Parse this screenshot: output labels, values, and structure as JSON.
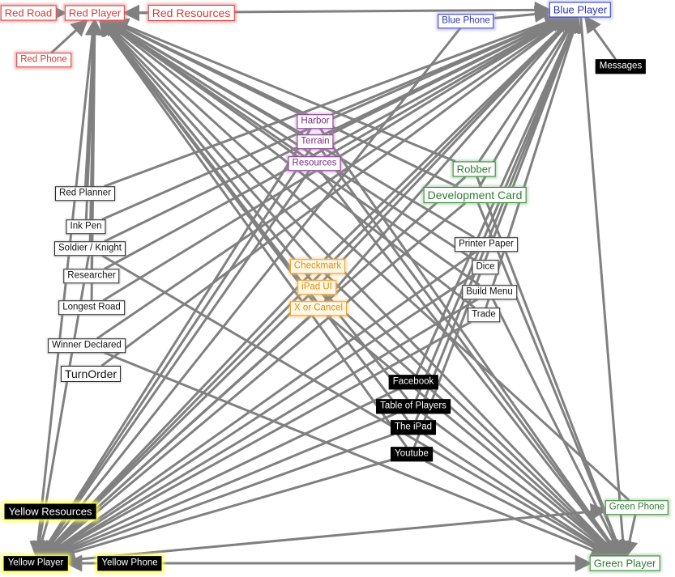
{
  "diagram": {
    "colors": {
      "edge": "#808080",
      "red": "#d23b3b",
      "blue": "#2f35b5",
      "purple": "#7a2d85",
      "orange": "#d5931b",
      "green": "#2e7d32",
      "black": "#000000",
      "yellow_glow": "#ffff50"
    },
    "nodes": [
      {
        "id": "red_road",
        "label": "Red Road",
        "style": "red"
      },
      {
        "id": "red_player",
        "label": "Red Player",
        "style": "red"
      },
      {
        "id": "red_resources",
        "label": "Red Resources",
        "style": "red"
      },
      {
        "id": "red_phone",
        "label": "Red Phone",
        "style": "red"
      },
      {
        "id": "blue_phone",
        "label": "Blue Phone",
        "style": "blue"
      },
      {
        "id": "blue_player",
        "label": "Blue Player",
        "style": "blue"
      },
      {
        "id": "messages",
        "label": "Messages",
        "style": "black"
      },
      {
        "id": "harbor",
        "label": "Harbor",
        "style": "purple"
      },
      {
        "id": "terrain",
        "label": "Terrain",
        "style": "purple"
      },
      {
        "id": "resources",
        "label": "Resources",
        "style": "purple"
      },
      {
        "id": "robber",
        "label": "Robber",
        "style": "green"
      },
      {
        "id": "dev_card",
        "label": "Development Card",
        "style": "green"
      },
      {
        "id": "red_planner",
        "label": "Red Planner",
        "style": "white"
      },
      {
        "id": "ink_pen",
        "label": "Ink Pen",
        "style": "white"
      },
      {
        "id": "soldier",
        "label": "Soldier / Knight",
        "style": "white"
      },
      {
        "id": "researcher",
        "label": "Researcher",
        "style": "white"
      },
      {
        "id": "longest_road",
        "label": "Longest Road",
        "style": "white"
      },
      {
        "id": "winner",
        "label": "Winner Declared",
        "style": "white"
      },
      {
        "id": "turn_order",
        "label": "TurnOrder",
        "style": "white"
      },
      {
        "id": "printer_paper",
        "label": "Printer Paper",
        "style": "white"
      },
      {
        "id": "dice",
        "label": "Dice",
        "style": "white"
      },
      {
        "id": "build_menu",
        "label": "Build Menu",
        "style": "white"
      },
      {
        "id": "trade",
        "label": "Trade",
        "style": "white"
      },
      {
        "id": "checkmark",
        "label": "Checkmark",
        "style": "orange"
      },
      {
        "id": "ipad_ui",
        "label": "iPad UI",
        "style": "orange"
      },
      {
        "id": "x_cancel",
        "label": "X or Cancel",
        "style": "orange"
      },
      {
        "id": "facebook",
        "label": "Facebook",
        "style": "black"
      },
      {
        "id": "table_players",
        "label": "Table of Players",
        "style": "black"
      },
      {
        "id": "the_ipad",
        "label": "The iPad",
        "style": "black"
      },
      {
        "id": "youtube",
        "label": "Youtube",
        "style": "black"
      },
      {
        "id": "yellow_resources",
        "label": "Yellow Resources",
        "style": "yellow"
      },
      {
        "id": "green_phone",
        "label": "Green Phone",
        "style": "green"
      },
      {
        "id": "yellow_player",
        "label": "Yellow Player",
        "style": "yellow"
      },
      {
        "id": "yellow_phone",
        "label": "Yellow Phone",
        "style": "yellow"
      },
      {
        "id": "green_player",
        "label": "Green Player",
        "style": "green"
      }
    ],
    "edges": [
      [
        "red_road",
        "red_player"
      ],
      [
        "red_resources",
        "red_player"
      ],
      [
        "red_phone",
        "red_player"
      ],
      [
        "blue_phone",
        "blue_player"
      ],
      [
        "messages",
        "blue_player"
      ],
      [
        "yellow_resources",
        "yellow_player"
      ],
      [
        "yellow_phone",
        "yellow_player"
      ],
      [
        "green_phone",
        "green_player"
      ],
      [
        "red_player",
        "yellow_player"
      ],
      [
        "red_player",
        "green_player"
      ],
      [
        "red_player",
        "blue_player"
      ],
      [
        "blue_player",
        "yellow_player"
      ],
      [
        "blue_player",
        "green_player"
      ],
      [
        "yellow_player",
        "green_player"
      ],
      [
        "blue_phone",
        "yellow_player"
      ],
      [
        "yellow_player",
        "green_phone"
      ],
      [
        "green_phone",
        "red_player"
      ],
      [
        "harbor",
        "yellow_player"
      ],
      [
        "harbor",
        "blue_player"
      ],
      [
        "harbor",
        "green_player"
      ],
      [
        "harbor",
        "red_player"
      ],
      [
        "terrain",
        "yellow_player"
      ],
      [
        "terrain",
        "blue_player"
      ],
      [
        "terrain",
        "green_player"
      ],
      [
        "terrain",
        "red_player"
      ],
      [
        "resources",
        "yellow_player"
      ],
      [
        "resources",
        "blue_player"
      ],
      [
        "resources",
        "green_player"
      ],
      [
        "resources",
        "red_player"
      ],
      [
        "robber",
        "yellow_player"
      ],
      [
        "robber",
        "blue_player"
      ],
      [
        "robber",
        "green_player"
      ],
      [
        "robber",
        "red_player"
      ],
      [
        "dev_card",
        "yellow_player"
      ],
      [
        "dev_card",
        "blue_player"
      ],
      [
        "dev_card",
        "green_player"
      ],
      [
        "dev_card",
        "red_player"
      ],
      [
        "red_planner",
        "red_player"
      ],
      [
        "red_planner",
        "blue_player"
      ],
      [
        "ink_pen",
        "red_player"
      ],
      [
        "ink_pen",
        "blue_player"
      ],
      [
        "soldier",
        "yellow_player"
      ],
      [
        "soldier",
        "blue_player"
      ],
      [
        "soldier",
        "green_player"
      ],
      [
        "soldier",
        "red_player"
      ],
      [
        "researcher",
        "blue_player"
      ],
      [
        "researcher",
        "red_player"
      ],
      [
        "longest_road",
        "blue_player"
      ],
      [
        "longest_road",
        "red_player"
      ],
      [
        "winner",
        "blue_player"
      ],
      [
        "winner",
        "green_player"
      ],
      [
        "turn_order",
        "blue_player"
      ],
      [
        "printer_paper",
        "yellow_player"
      ],
      [
        "printer_paper",
        "red_player"
      ],
      [
        "dice",
        "yellow_player"
      ],
      [
        "dice",
        "red_player"
      ],
      [
        "build_menu",
        "yellow_player"
      ],
      [
        "build_menu",
        "red_player"
      ],
      [
        "build_menu",
        "green_player"
      ],
      [
        "trade",
        "yellow_player"
      ],
      [
        "trade",
        "red_player"
      ],
      [
        "trade",
        "blue_player"
      ],
      [
        "checkmark",
        "yellow_player"
      ],
      [
        "checkmark",
        "blue_player"
      ],
      [
        "checkmark",
        "green_player"
      ],
      [
        "checkmark",
        "red_player"
      ],
      [
        "ipad_ui",
        "yellow_player"
      ],
      [
        "ipad_ui",
        "blue_player"
      ],
      [
        "ipad_ui",
        "green_player"
      ],
      [
        "ipad_ui",
        "red_player"
      ],
      [
        "x_cancel",
        "yellow_player"
      ],
      [
        "x_cancel",
        "blue_player"
      ],
      [
        "x_cancel",
        "green_player"
      ],
      [
        "x_cancel",
        "red_player"
      ],
      [
        "facebook",
        "blue_player"
      ],
      [
        "facebook",
        "yellow_player"
      ],
      [
        "table_players",
        "blue_player"
      ],
      [
        "table_players",
        "yellow_player"
      ],
      [
        "table_players",
        "green_player"
      ],
      [
        "table_players",
        "red_player"
      ],
      [
        "the_ipad",
        "blue_player"
      ],
      [
        "the_ipad",
        "yellow_player"
      ],
      [
        "the_ipad",
        "green_player"
      ],
      [
        "the_ipad",
        "red_player"
      ],
      [
        "youtube",
        "blue_player"
      ],
      [
        "youtube",
        "yellow_player"
      ],
      [
        "youtube",
        "green_player"
      ],
      [
        "youtube",
        "red_player"
      ]
    ]
  }
}
